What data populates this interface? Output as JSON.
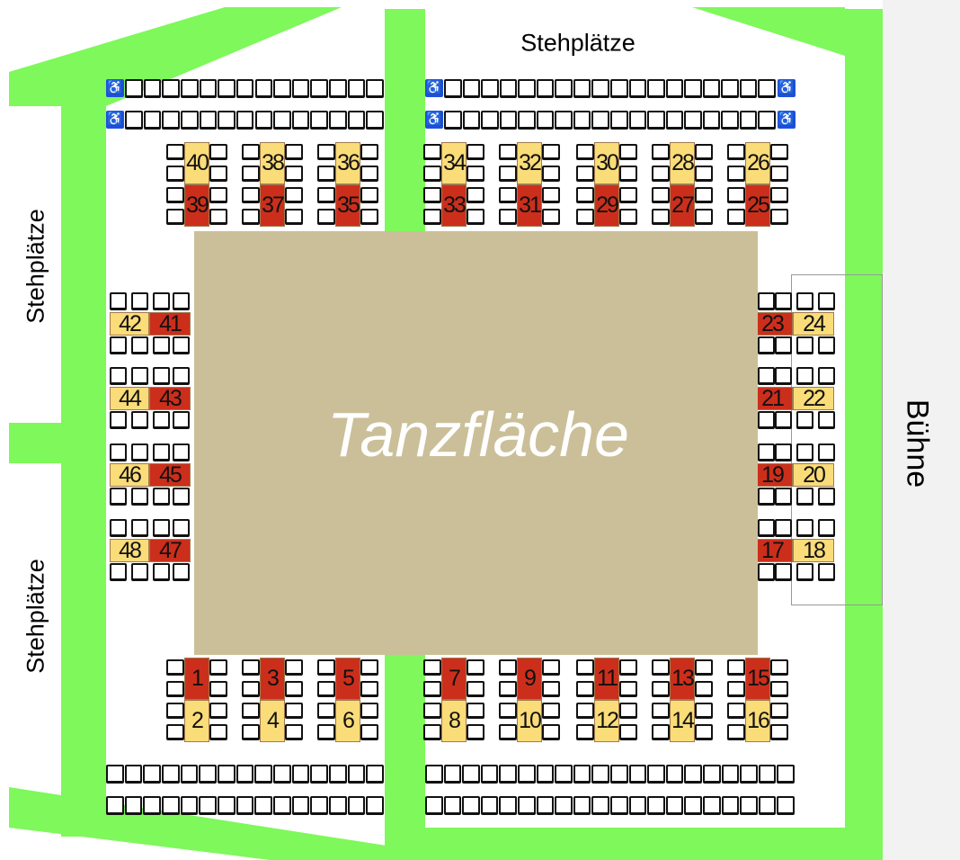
{
  "labels": {
    "dance_floor": "Tanzfläche",
    "stage": "Bühne",
    "standing_top": "Stehplätze",
    "standing_left_upper": "Stehplätze",
    "standing_left_lower": "Stehplätze"
  },
  "colors": {
    "aisle_green": "#7ef85a",
    "dance_floor": "#cbbf99",
    "stage": "#f2f2f2",
    "table_yellow": "#fadc78",
    "table_red": "#cc2e1c",
    "wheelchair_blue": "#1f4fe0"
  },
  "icons": {
    "wheelchair": "wheelchair-icon"
  },
  "seat_rows": {
    "top_left": {
      "rows": 2,
      "seats": 14,
      "wheelchair_left": true,
      "wheelchair_right": false
    },
    "top_right": {
      "rows": 2,
      "seats": 18,
      "wheelchair_left": true,
      "wheelchair_right": true
    },
    "bottom_left": {
      "rows": 2,
      "seats": 15
    },
    "bottom_right": {
      "rows": 2,
      "seats": 20
    }
  },
  "tables": {
    "top": [
      {
        "upper": {
          "n": "40",
          "status": "yellow"
        },
        "lower": {
          "n": "39",
          "status": "red"
        }
      },
      {
        "upper": {
          "n": "38",
          "status": "yellow"
        },
        "lower": {
          "n": "37",
          "status": "red"
        }
      },
      {
        "upper": {
          "n": "36",
          "status": "yellow"
        },
        "lower": {
          "n": "35",
          "status": "red"
        }
      },
      {
        "upper": {
          "n": "34",
          "status": "yellow"
        },
        "lower": {
          "n": "33",
          "status": "red"
        }
      },
      {
        "upper": {
          "n": "32",
          "status": "yellow"
        },
        "lower": {
          "n": "31",
          "status": "red"
        }
      },
      {
        "upper": {
          "n": "30",
          "status": "yellow"
        },
        "lower": {
          "n": "29",
          "status": "red"
        }
      },
      {
        "upper": {
          "n": "28",
          "status": "yellow"
        },
        "lower": {
          "n": "27",
          "status": "red"
        }
      },
      {
        "upper": {
          "n": "26",
          "status": "yellow"
        },
        "lower": {
          "n": "25",
          "status": "red"
        }
      }
    ],
    "bottom": [
      {
        "upper": {
          "n": "1",
          "status": "red"
        },
        "lower": {
          "n": "2",
          "status": "yellow"
        }
      },
      {
        "upper": {
          "n": "3",
          "status": "red"
        },
        "lower": {
          "n": "4",
          "status": "yellow"
        }
      },
      {
        "upper": {
          "n": "5",
          "status": "red"
        },
        "lower": {
          "n": "6",
          "status": "yellow"
        }
      },
      {
        "upper": {
          "n": "7",
          "status": "red"
        },
        "lower": {
          "n": "8",
          "status": "yellow"
        }
      },
      {
        "upper": {
          "n": "9",
          "status": "red"
        },
        "lower": {
          "n": "10",
          "status": "yellow"
        }
      },
      {
        "upper": {
          "n": "11",
          "status": "red"
        },
        "lower": {
          "n": "12",
          "status": "yellow"
        }
      },
      {
        "upper": {
          "n": "13",
          "status": "red"
        },
        "lower": {
          "n": "14",
          "status": "yellow"
        }
      },
      {
        "upper": {
          "n": "15",
          "status": "red"
        },
        "lower": {
          "n": "16",
          "status": "yellow"
        }
      }
    ],
    "left": [
      {
        "outer": {
          "n": "42",
          "status": "yellow"
        },
        "inner": {
          "n": "41",
          "status": "red"
        }
      },
      {
        "outer": {
          "n": "44",
          "status": "yellow"
        },
        "inner": {
          "n": "43",
          "status": "red"
        }
      },
      {
        "outer": {
          "n": "46",
          "status": "yellow"
        },
        "inner": {
          "n": "45",
          "status": "red"
        }
      },
      {
        "outer": {
          "n": "48",
          "status": "yellow"
        },
        "inner": {
          "n": "47",
          "status": "red"
        }
      }
    ],
    "right": [
      {
        "inner": {
          "n": "23",
          "status": "red"
        },
        "outer": {
          "n": "24",
          "status": "yellow"
        }
      },
      {
        "inner": {
          "n": "21",
          "status": "red"
        },
        "outer": {
          "n": "22",
          "status": "yellow"
        }
      },
      {
        "inner": {
          "n": "19",
          "status": "red"
        },
        "outer": {
          "n": "20",
          "status": "yellow"
        }
      },
      {
        "inner": {
          "n": "17",
          "status": "red"
        },
        "outer": {
          "n": "18",
          "status": "yellow"
        }
      }
    ]
  }
}
